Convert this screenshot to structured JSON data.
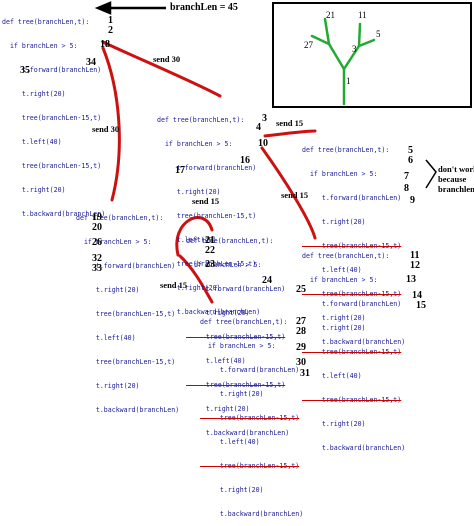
{
  "annotations": {
    "branchlen_note": "branchLen = 45",
    "send_30_a": "send 30",
    "send_30_b": "send 30",
    "send_15_a": "send 15",
    "send_15_b": "send 15",
    "send_15_c": "send 15",
    "send_15_d": "send 15",
    "dont_work": "don't work\nbecause\nbranchlen <5"
  },
  "blocks": [
    {
      "lines": [
        "def tree(branchLen,t):",
        "  if branchLen > 5:",
        "     t.forward(branchLen)",
        "     t.right(20)",
        "     tree(branchLen-15,t)",
        "     t.left(40)",
        "     tree(branchLen-15,t)",
        "     t.right(20)",
        "     t.backward(branchLen)"
      ],
      "numbers": [
        "1",
        "2",
        "18",
        "34",
        "35"
      ]
    },
    {
      "lines": [
        "def tree(branchLen,t):",
        "  if branchLen > 5:",
        "     t.forward(branchLen)",
        "     t.right(20)",
        "     tree(branchLen-15,t)",
        "     t.left(40)",
        "     tree(branchLen-15,t)",
        "     t.right(20)",
        "     t.backward(branchLen)"
      ],
      "numbers": [
        "3",
        "4",
        "10",
        "16",
        "17"
      ]
    },
    {
      "lines": [
        "def tree(branchLen,t):",
        "  if branchLen > 5:",
        "     t.forward(branchLen)",
        "     t.right(20)",
        "     tree(branchLen-15,t)",
        "     t.left(40)",
        "     tree(branchLen-15,t)",
        "     t.right(20)",
        "     t.backward(branchLen)"
      ],
      "numbers": [
        "5",
        "6",
        "7",
        "8",
        "9"
      ]
    },
    {
      "lines": [
        "def tree(branchLen,t):",
        "  if branchLen > 5:",
        "     t.forward(branchLen)",
        "     t.right(20)",
        "     tree(branchLen-15,t)",
        "     t.left(40)",
        "     tree(branchLen-15,t)",
        "     t.right(20)",
        "     t.backward(branchLen)"
      ],
      "numbers": [
        "11",
        "12",
        "13",
        "14",
        "15"
      ]
    },
    {
      "lines": [
        "def tree(branchLen,t):",
        "  if branchLen > 5:",
        "     t.forward(branchLen)",
        "     t.right(20)",
        "     tree(branchLen-15,t)",
        "     t.left(40)",
        "     tree(branchLen-15,t)",
        "     t.right(20)",
        "     t.backward(branchLen)"
      ],
      "numbers": [
        "19",
        "20",
        "26",
        "32",
        "33"
      ]
    },
    {
      "lines": [
        "def tree(branchLen,t):",
        "  if branchLen > 5:",
        "     t.forward(branchLen)",
        "     t.right(20)",
        "     tree(branchLen-15,t)",
        "     t.left(40)",
        "     tree(branchLen-15,t)",
        "     t.right(20)",
        "     t.backward(branchLen)"
      ],
      "numbers": [
        "21",
        "22",
        "23",
        "24",
        "25"
      ]
    },
    {
      "lines": [
        "def tree(branchLen,t):",
        "  if branchLen > 5:",
        "     t.forward(branchLen)",
        "     t.right(20)",
        "     tree(branchLen-15,t)",
        "     t.left(40)",
        "     tree(branchLen-15,t)",
        "     t.right(20)",
        "     t.backward(branchLen)"
      ],
      "numbers": [
        "27",
        "28",
        "29",
        "30",
        "31"
      ]
    }
  ],
  "tree_labels": [
    "21",
    "11",
    "27",
    "3",
    "5",
    "1"
  ],
  "colors": {
    "code": "#1a1a9a",
    "arrow": "#cc1111",
    "tree": "#22aa33",
    "strike": "#cc0000"
  }
}
